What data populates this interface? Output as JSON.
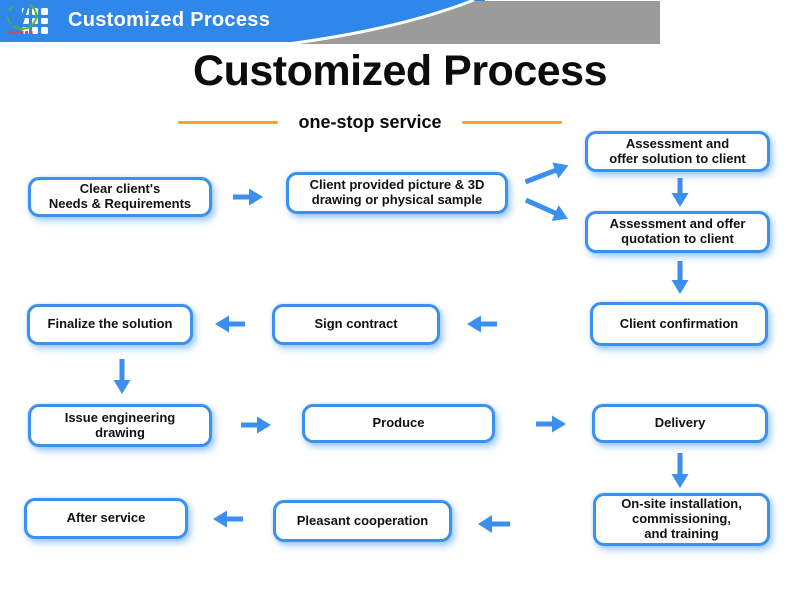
{
  "header": {
    "title": "Customized Process",
    "bar_color": "#2f87e9",
    "wedge_color": "#9b9b9b",
    "icons": [
      "grid-icon",
      "company-logo-icon"
    ]
  },
  "slide": {
    "title": "Customized Process",
    "subtitle": "one-stop service",
    "accent_orange": "#f5a623",
    "flow_blue": "#3b91f0",
    "box_background": "#ffffff",
    "text_color": "#111111"
  },
  "flow": {
    "nodes": [
      {
        "id": "clear-needs",
        "label": "Clear client's\nNeeds & Requirements"
      },
      {
        "id": "client-picture",
        "label": "Client provided picture & 3D\ndrawing or physical sample"
      },
      {
        "id": "assess-solution",
        "label": "Assessment and\noffer solution to client"
      },
      {
        "id": "assess-quotation",
        "label": "Assessment and offer\nquotation to client"
      },
      {
        "id": "client-confirmation",
        "label": "Client confirmation"
      },
      {
        "id": "sign-contract",
        "label": "Sign contract"
      },
      {
        "id": "finalize-solution",
        "label": "Finalize the solution"
      },
      {
        "id": "issue-drawing",
        "label": "Issue engineering\ndrawing"
      },
      {
        "id": "produce",
        "label": "Produce"
      },
      {
        "id": "delivery",
        "label": "Delivery"
      },
      {
        "id": "onsite-installation",
        "label": "On-site installation,\ncommissioning,\nand training"
      },
      {
        "id": "pleasant-cooperation",
        "label": "Pleasant cooperation"
      },
      {
        "id": "after-service",
        "label": "After service"
      }
    ],
    "connections": [
      {
        "from": "clear-needs",
        "to": "client-picture",
        "direction": "right"
      },
      {
        "from": "client-picture",
        "to": "assess-solution",
        "direction": "up-right"
      },
      {
        "from": "client-picture",
        "to": "assess-quotation",
        "direction": "down-right"
      },
      {
        "from": "assess-solution",
        "to": "assess-quotation",
        "direction": "down"
      },
      {
        "from": "assess-quotation",
        "to": "client-confirmation",
        "direction": "down"
      },
      {
        "from": "client-confirmation",
        "to": "sign-contract",
        "direction": "left"
      },
      {
        "from": "sign-contract",
        "to": "finalize-solution",
        "direction": "left"
      },
      {
        "from": "finalize-solution",
        "to": "issue-drawing",
        "direction": "down"
      },
      {
        "from": "issue-drawing",
        "to": "produce",
        "direction": "right"
      },
      {
        "from": "produce",
        "to": "delivery",
        "direction": "right"
      },
      {
        "from": "delivery",
        "to": "onsite-installation",
        "direction": "down"
      },
      {
        "from": "onsite-installation",
        "to": "pleasant-cooperation",
        "direction": "left"
      },
      {
        "from": "pleasant-cooperation",
        "to": "after-service",
        "direction": "left"
      }
    ]
  }
}
